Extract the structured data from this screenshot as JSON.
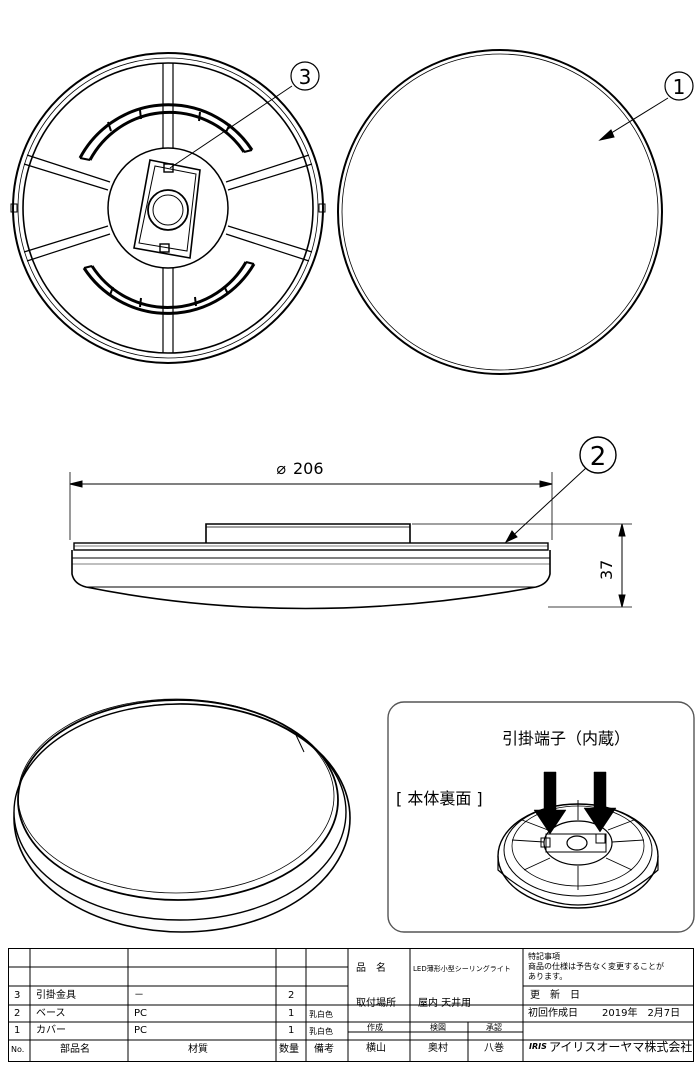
{
  "callouts": {
    "c1": "1",
    "c2": "2",
    "c3": "3"
  },
  "dimensions": {
    "diameter": "206",
    "height": "37"
  },
  "inset": {
    "terminal_label": "引掛端子（内蔵）",
    "back_label": "[ 本体裏面 ]"
  },
  "title_block": {
    "parts": [
      {
        "no": "3",
        "name": "引掛金具",
        "material": "－",
        "qty": "2",
        "note": ""
      },
      {
        "no": "2",
        "name": "ベース",
        "material": "PC",
        "qty": "1",
        "note": "乳白色"
      },
      {
        "no": "1",
        "name": "カバー",
        "material": "PC",
        "qty": "1",
        "note": "乳白色"
      }
    ],
    "header": {
      "no": "No.",
      "name": "部品名",
      "material": "材質",
      "qty": "数量",
      "note": "備考"
    },
    "product_label": "品　名",
    "product_value": "LED薄形小型シーリングライト",
    "location_label": "取付場所",
    "location_value": "屋内 天井用",
    "notes_title": "特記事項",
    "notes_text_1": "商品の仕様は予告なく変更することが",
    "notes_text_2": "あります。",
    "update_label": "更　新　日",
    "first_created_label": "初回作成日",
    "first_created_value": "2019年　2月7日",
    "made_label": "作成",
    "check_label": "検図",
    "approve_label": "承認",
    "made_by": "横山",
    "checked_by": "奥村",
    "approved_by": "八巻",
    "company_logo": "IRIS",
    "company_name": "アイリスオーヤマ株式会社"
  }
}
